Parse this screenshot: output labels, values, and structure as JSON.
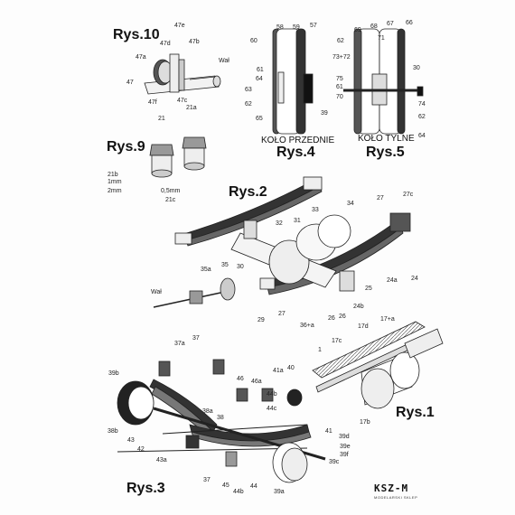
{
  "sheet": {
    "titles": {
      "rys10": "Rys.10",
      "rys9": "Rys.9",
      "rys4": "Rys.4",
      "rys5": "Rys.5",
      "rys2": "Rys.2",
      "rys3": "Rys.3",
      "rys1": "Rys.1"
    },
    "captions": {
      "front_wheel": "KOŁO PRZEDNIE",
      "rear_wheel": "KOŁO TYLNE"
    },
    "labels": {
      "fig10": [
        "47e",
        "47d",
        "47b",
        "47a",
        "Wał",
        "47",
        "47f",
        "47c"
      ],
      "fig9": [
        "21a",
        "21",
        "21b",
        "1mm",
        "2mm",
        "0,5mm",
        "21c"
      ],
      "fig4": [
        "58",
        "59",
        "57",
        "60",
        "61",
        "64",
        "63",
        "62",
        "65",
        "39"
      ],
      "fig5": [
        "69",
        "68",
        "67",
        "66",
        "71",
        "62",
        "73+72",
        "30",
        "75",
        "61",
        "70",
        "74",
        "62",
        "64"
      ],
      "fig2": [
        "34",
        "27",
        "27c",
        "33",
        "32",
        "31",
        "30",
        "35a",
        "35",
        "Wał",
        "25",
        "24a",
        "24",
        "24b",
        "29",
        "27",
        "26",
        "36+a",
        "26"
      ],
      "fig1": [
        "17+a",
        "17d",
        "17c",
        "1",
        "17b"
      ],
      "fig3": [
        "37",
        "37a",
        "39b",
        "46",
        "46a",
        "41a",
        "40",
        "44b",
        "44c",
        "38a",
        "38",
        "38b",
        "43",
        "42",
        "43a",
        "41",
        "39d",
        "39e",
        "39f",
        "39c",
        "37",
        "45",
        "44b",
        "44",
        "39a"
      ]
    },
    "logo": {
      "text": "KSZ-M",
      "subtitle": "MODELARSKI SKLEP"
    }
  }
}
